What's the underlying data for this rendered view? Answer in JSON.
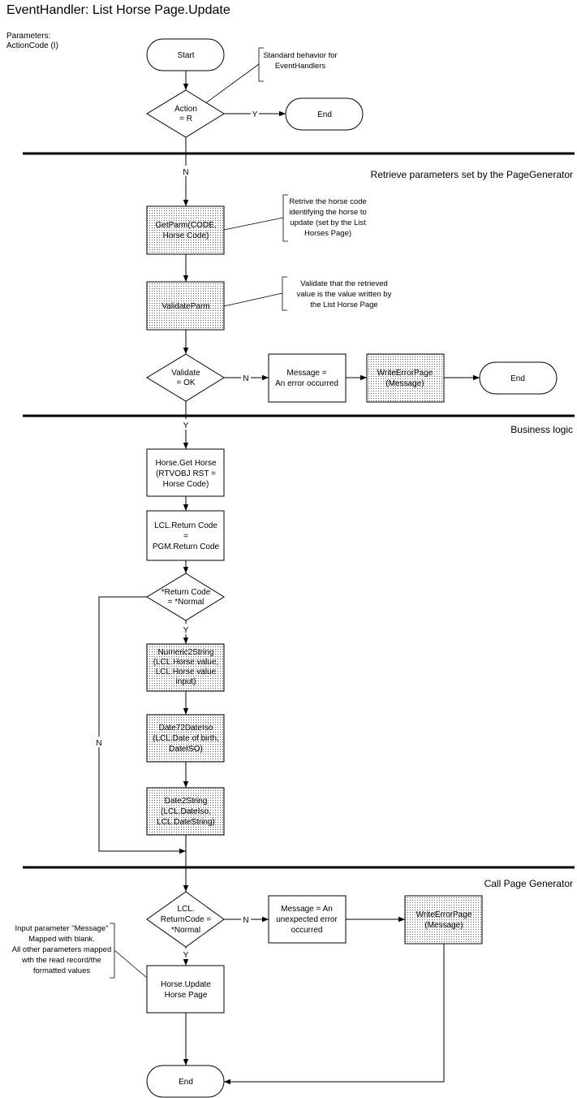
{
  "title": "EventHandler: List Horse Page.Update",
  "parameters": [
    "Parameters:",
    "ActionCode (I)"
  ],
  "sections": [
    "Retrieve parameters set by the PageGenerator",
    "Business logic",
    "Call Page Generator"
  ],
  "nodes": {
    "start": [
      "Start"
    ],
    "action": [
      "Action",
      "= R"
    ],
    "end1": [
      "End"
    ],
    "getparm": [
      "GetParm(CODE,",
      "Horse Code)"
    ],
    "validateparm": [
      "ValidateParm"
    ],
    "validate": [
      "Validate",
      "= OK"
    ],
    "message1": [
      "Message =",
      "An error occurred"
    ],
    "writeerror1": [
      "WriteErrorPage",
      "(Message)"
    ],
    "end2": [
      "End"
    ],
    "horseget": [
      "Horse.Get Horse",
      "(RTVOBJ RST =",
      "Horse Code)"
    ],
    "lclreturn": [
      "LCL.Return Code",
      "=",
      "PGM.Return Code"
    ],
    "returncode": [
      "*Return Code",
      "= *Normal"
    ],
    "numeric2string": [
      "Numeric2String",
      "(LCL.Horse value,",
      "LCL.Horse value",
      "input)"
    ],
    "date72dateiso": [
      "Date72DateIso",
      "(LCL.Date of birth,",
      "DateISO)"
    ],
    "date2string": [
      "Date2String",
      "(LCL.DateIso,",
      "LCL.DateString)"
    ],
    "lclreturncode": [
      "LCL.",
      "ReturnCode =",
      "*Normal"
    ],
    "message2": [
      "Message = An",
      "unexpected error",
      "occurred"
    ],
    "writeerror2": [
      "WriteErrorPage",
      "(Message)"
    ],
    "horseupdate": [
      "Horse.Update",
      "Horse Page"
    ],
    "end3": [
      "End"
    ]
  },
  "notes": {
    "standard": [
      "Standard behavior for",
      "EventHandlers"
    ],
    "retrive": [
      "Retrive the horse code",
      "identifying the horse to",
      "update (set by the List",
      "Horses Page)"
    ],
    "validate": [
      "Validate that the retrieved",
      "value is the value written by",
      "the List Horse Page"
    ],
    "input": [
      "Input parameter \"Message\"",
      "Mapped with blank.",
      "All other parameters mapped",
      "wth the read record/the",
      "formatted values"
    ]
  },
  "edge_labels": {
    "action_yes": "Y",
    "action_no": "N",
    "validate_no": "N",
    "validate_yes": "Y",
    "returncode_yes": "Y",
    "returncode_no": "N",
    "lcl_no": "N",
    "lcl_yes": "Y"
  }
}
